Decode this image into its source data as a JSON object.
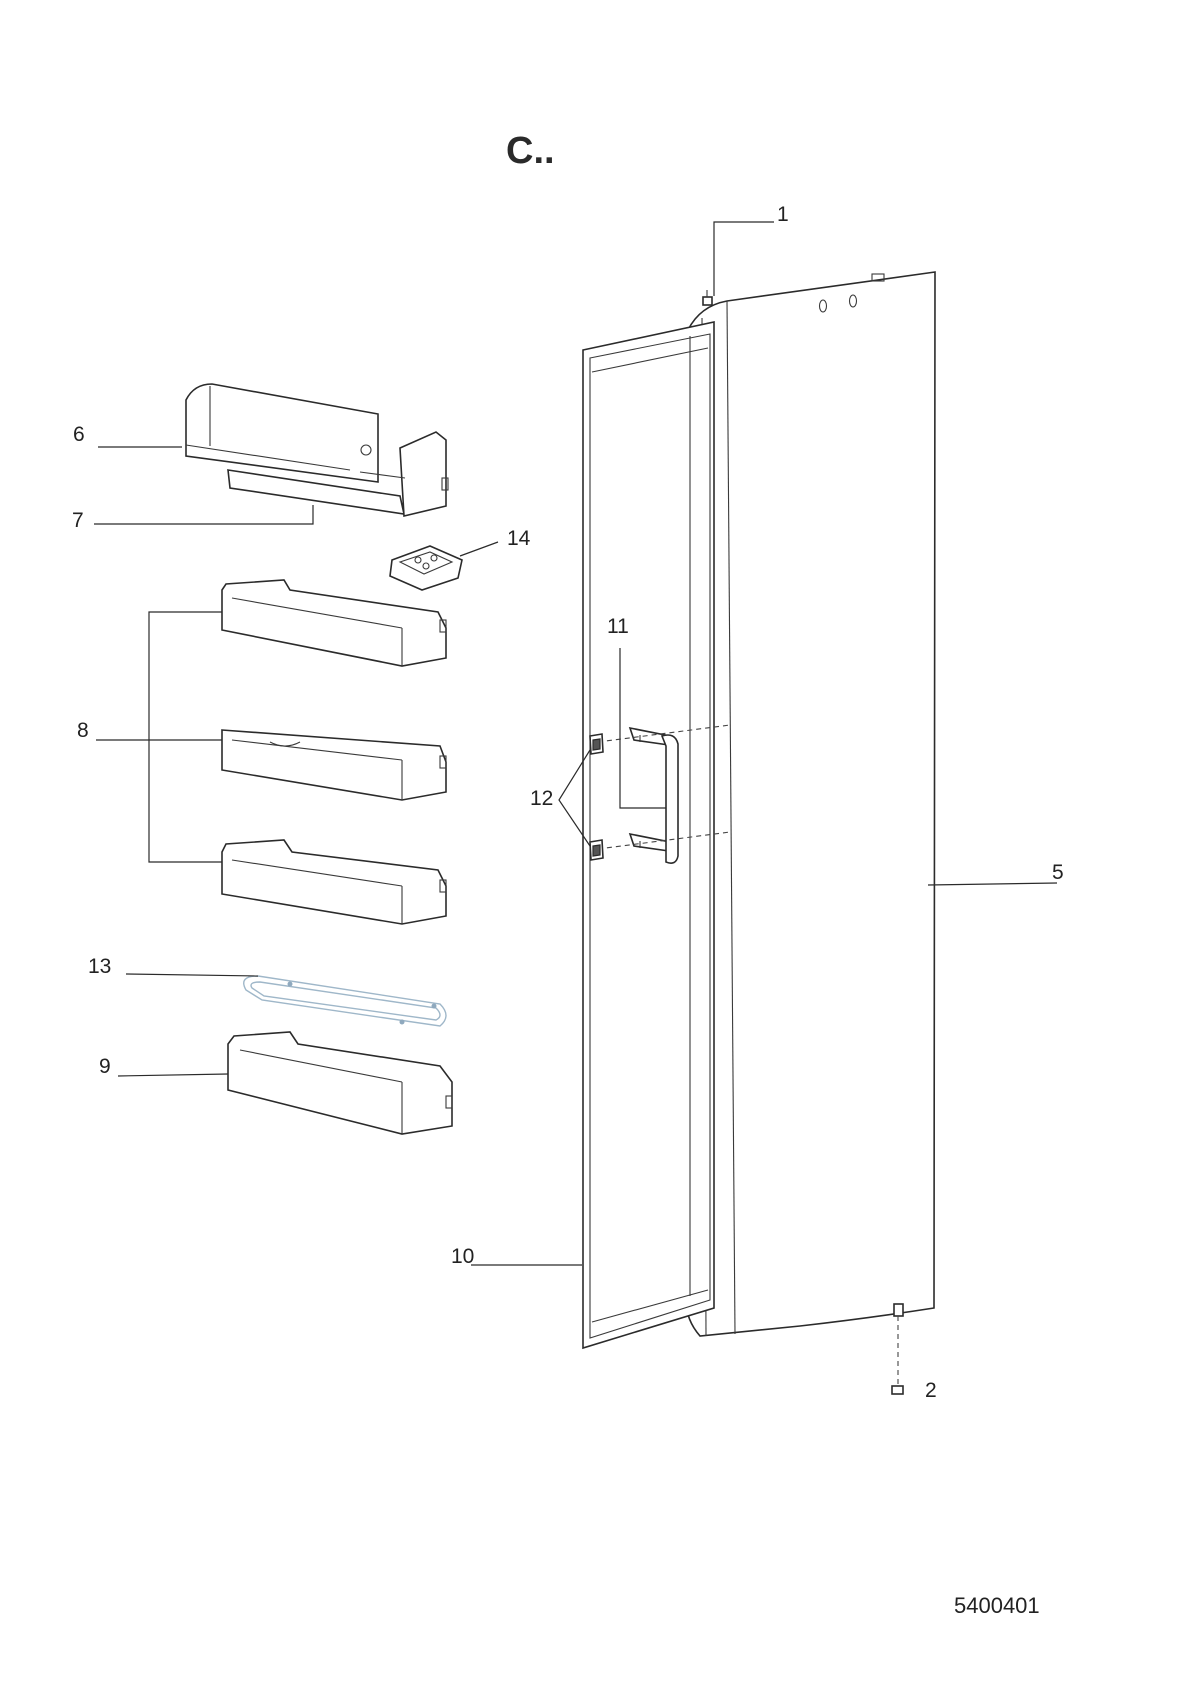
{
  "title": "C..",
  "document_number": "5400401",
  "callouts": {
    "c1": "1",
    "c2": "2",
    "c5": "5",
    "c6": "6",
    "c7": "7",
    "c8": "8",
    "c9": "9",
    "c10": "10",
    "c11": "11",
    "c12": "12",
    "c13": "13",
    "c14": "14"
  }
}
